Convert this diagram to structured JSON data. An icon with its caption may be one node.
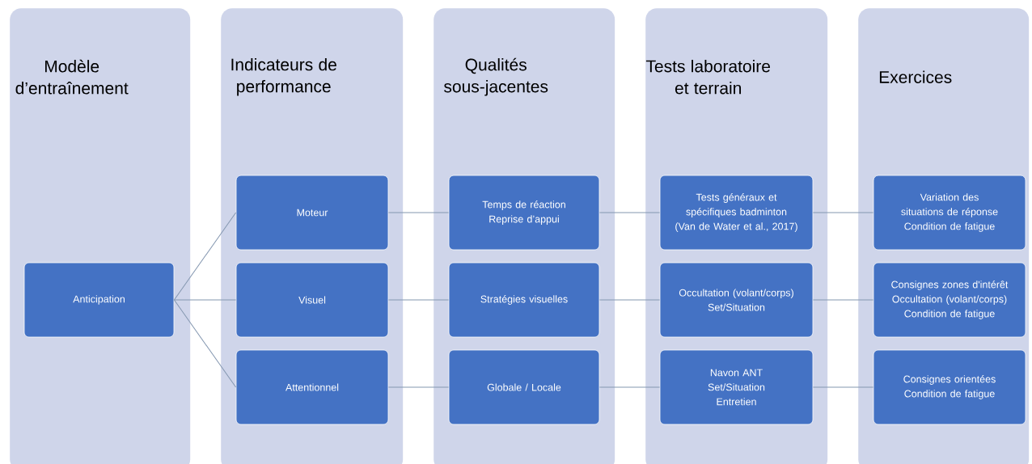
{
  "diagram": {
    "nodes": [
      {
        "text": [
          "Modèle d’entraînement"
        ]
      },
      {
        "text": [
          "Anticipation"
        ],
        "in": 0
      },
      {
        "text": [
          "Indicateurs de performance"
        ]
      },
      {
        "text": [
          "Moteur"
        ],
        "in": 2
      },
      {
        "text": [
          "Visuel"
        ],
        "in": 2
      },
      {
        "text": [
          "Attentionnel"
        ],
        "in": 2
      },
      {
        "text": [
          "Qualités sous-jacentes"
        ]
      },
      {
        "text": [
          "Temps de réaction",
          "Reprise d’appui"
        ],
        "in": 6
      },
      {
        "text": [
          "Stratégies visuelles"
        ],
        "in": 6
      },
      {
        "text": [
          "Globale / Locale"
        ],
        "in": 6
      },
      {
        "text": [
          "Tests laboratoire et terrain"
        ]
      },
      {
        "text": [
          "Tests généraux et spécifiques badminton (Van de Water et al., 2017)"
        ],
        "in": 10
      },
      {
        "text": [
          "Occultation (volant/corps)",
          "Set/Situation"
        ],
        "in": 10
      },
      {
        "text": [
          "Navon ANT",
          "Set/Situation",
          "Entretien"
        ],
        "in": 10
      },
      {
        "text": [
          "Exercices"
        ]
      },
      {
        "text": [
          "Variation des situations de réponse",
          "Condition de fatigue"
        ],
        "in": 14
      },
      {
        "text": [
          "Consignes zones d'intérêt",
          "Occultation (volant/corps)",
          "Condition de fatigue"
        ],
        "in": 14
      },
      {
        "text": [
          "Consignes orientées",
          "Condition de fatigue"
        ],
        "in": 14
      }
    ],
    "edges": [
      {
        "from": 1,
        "to": 3,
        "arrow": "none"
      },
      {
        "from": 1,
        "to": 4,
        "arrow": "none"
      },
      {
        "from": 1,
        "to": 5,
        "arrow": "none"
      },
      {
        "from": 3,
        "to": 7,
        "arrow": "none"
      },
      {
        "from": 4,
        "to": 8,
        "arrow": "none"
      },
      {
        "from": 5,
        "to": 9,
        "arrow": "none"
      },
      {
        "from": 7,
        "to": 11,
        "arrow": "none"
      },
      {
        "from": 8,
        "to": 12,
        "arrow": "none"
      },
      {
        "from": 9,
        "to": 13,
        "arrow": "none"
      },
      {
        "from": 11,
        "to": 15,
        "arrow": "none"
      },
      {
        "from": 12,
        "to": 16,
        "arrow": "none"
      },
      {
        "from": 13,
        "to": 17,
        "arrow": "none"
      }
    ]
  }
}
